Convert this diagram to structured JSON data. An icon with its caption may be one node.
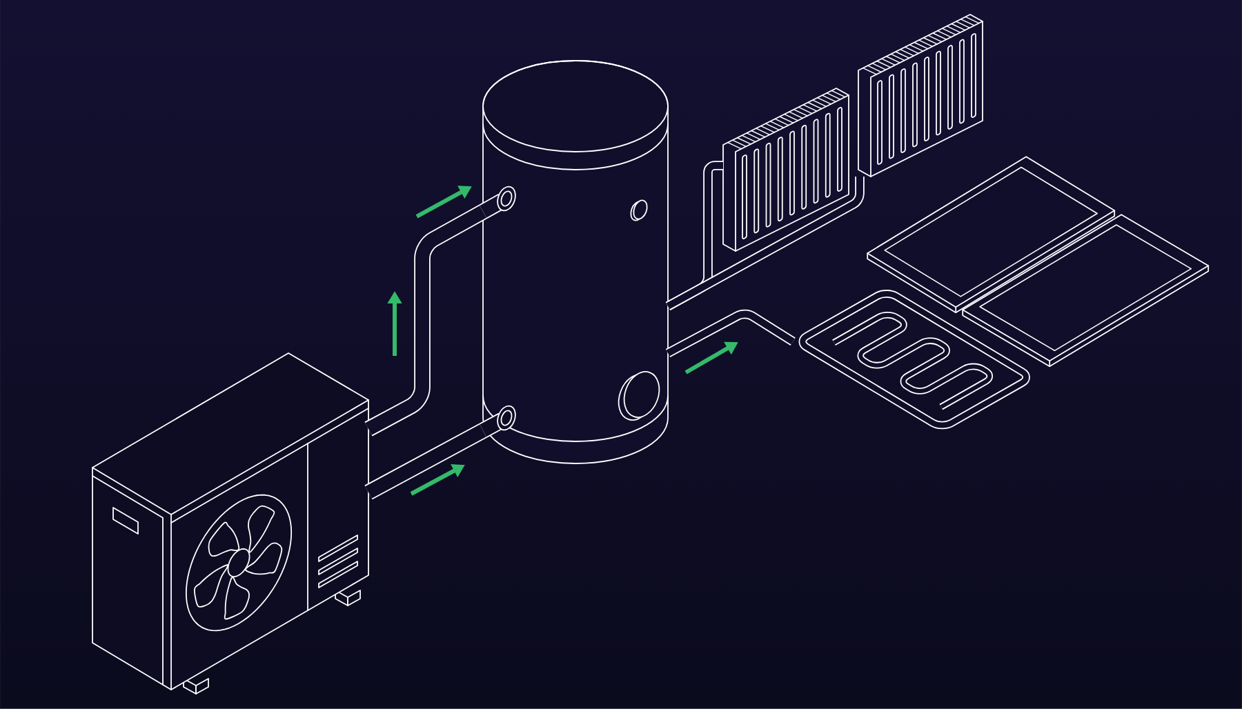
{
  "diagram": {
    "nodes": [
      {
        "text": [],
        "shape": "picture"
      },
      {
        "text": [],
        "shape": "cylinder"
      },
      {
        "text": [],
        "shape": "picture"
      },
      {
        "text": [],
        "shape": "picture"
      },
      {
        "text": [],
        "shape": "picture"
      },
      {
        "text": [],
        "shape": "box"
      },
      {
        "text": [],
        "shape": "box"
      }
    ],
    "edges": [
      {
        "from": 0,
        "to": 1,
        "arrow": "none"
      },
      {
        "from": 0,
        "to": 1,
        "arrow": "none"
      },
      {
        "from": 1,
        "to": 2,
        "arrow": "none"
      },
      {
        "from": 1,
        "to": 3,
        "arrow": "none"
      },
      {
        "from": 1,
        "to": 4,
        "arrow": "none"
      }
    ]
  }
}
